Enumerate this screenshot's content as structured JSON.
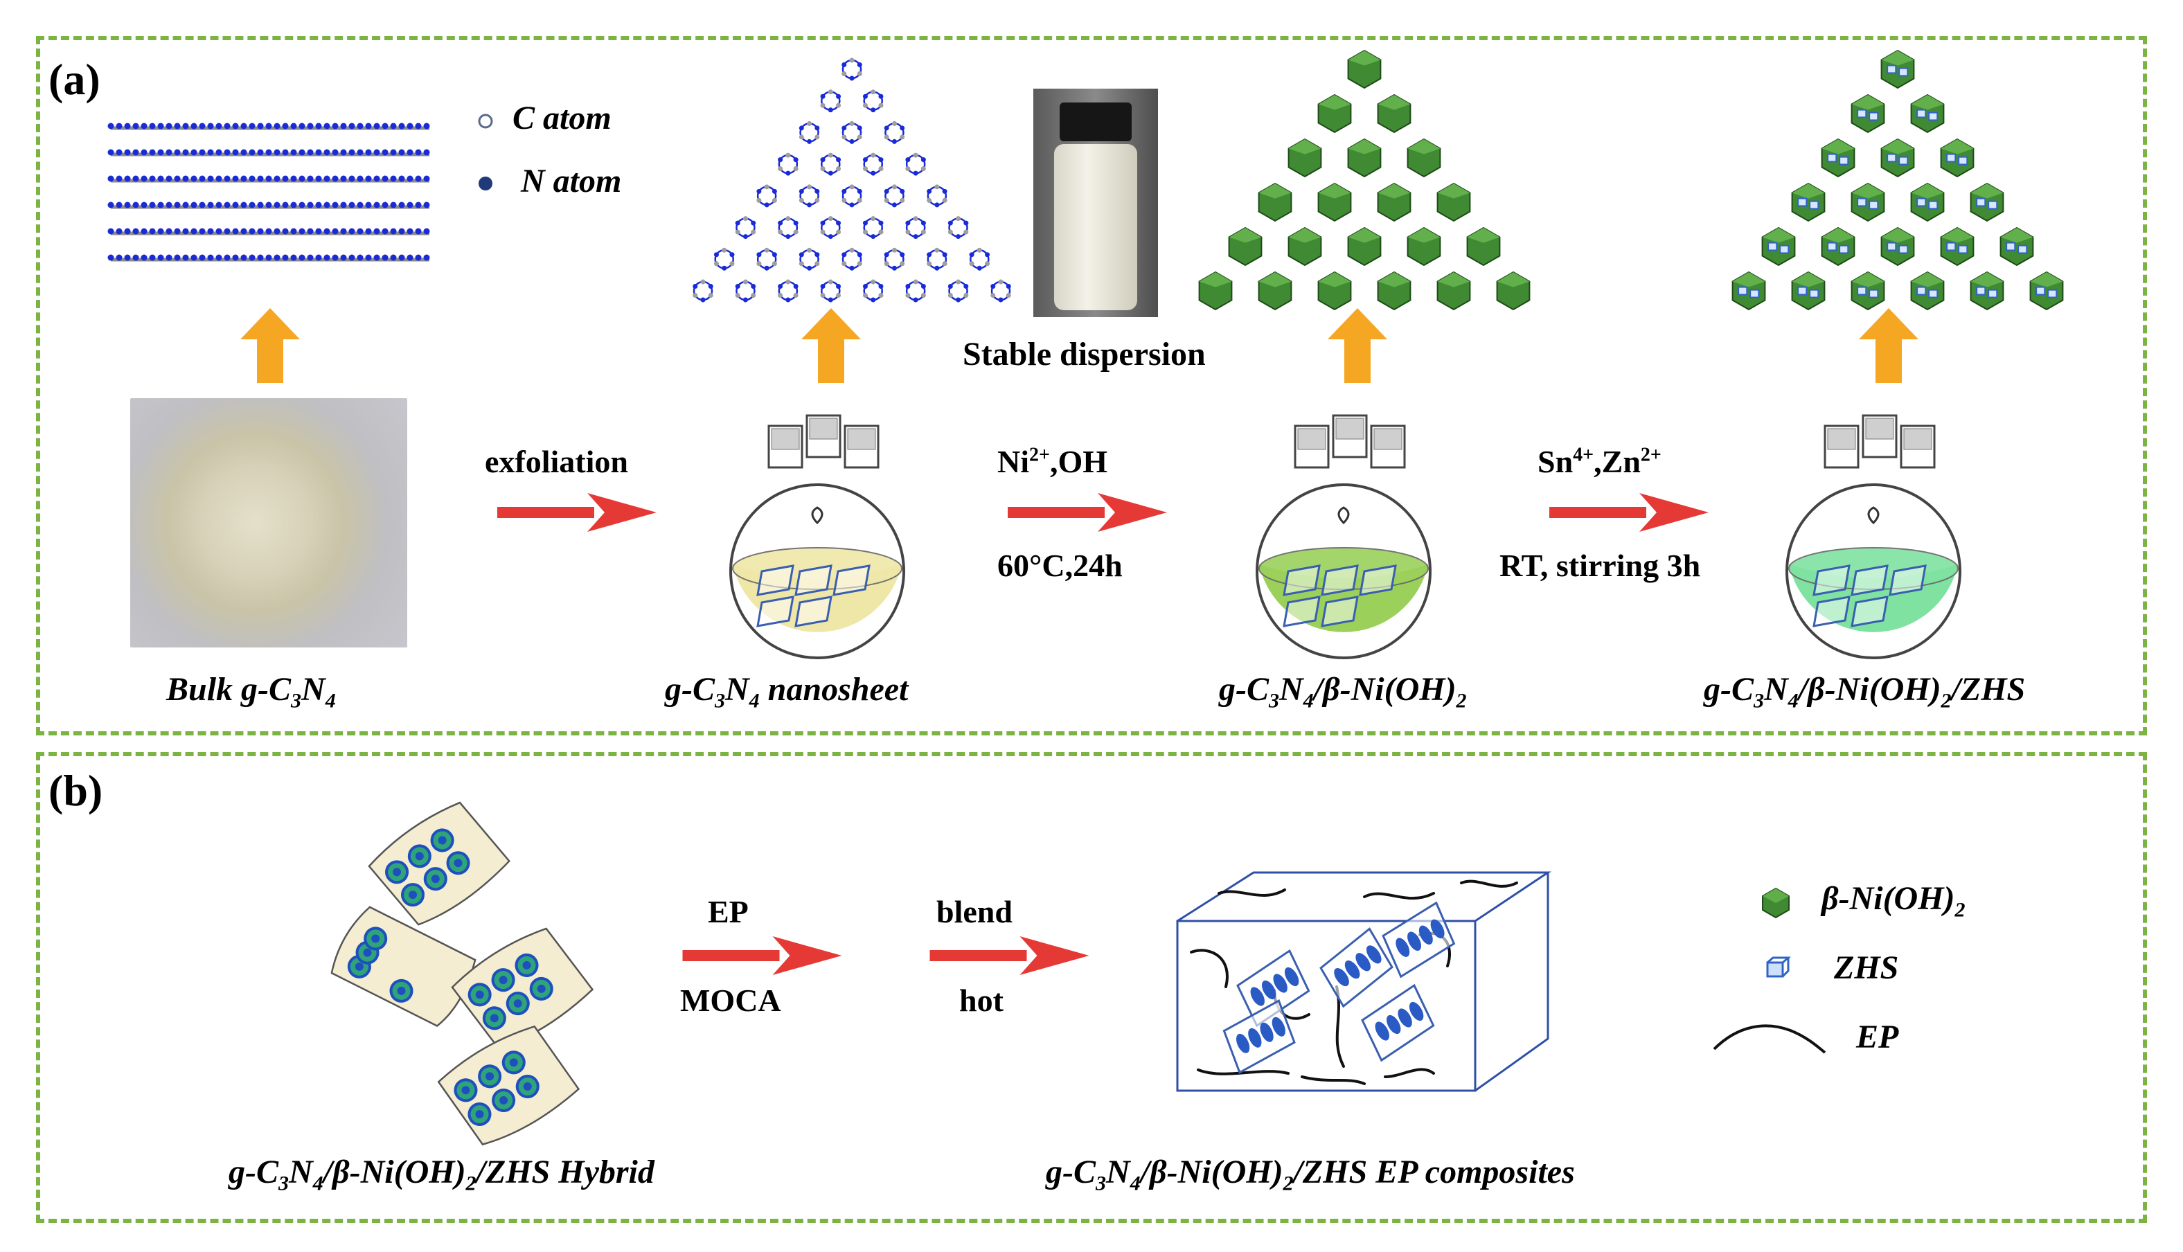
{
  "panels": {
    "a_label": "(a)",
    "b_label": "(b)"
  },
  "legend_atoms": {
    "c_atom": "C atom",
    "n_atom": "N atom"
  },
  "stable_dispersion": "Stable dispersion",
  "steps": {
    "exfoliation": "exfoliation",
    "ni_line1_base": "Ni",
    "ni_line1_sup": "2+",
    "ni_line1_rest": ",OH",
    "ni_line2": "60°C,24h",
    "sn_base": "Sn",
    "sn_sup": "4+",
    "zn_base": ",Zn",
    "zn_sup": "2+",
    "sn_line2": "RT, stirring 3h",
    "ep": "EP",
    "moca": "MOCA",
    "blend": "blend",
    "hot": "hot"
  },
  "captions": {
    "bulk_a": "Bulk g-C",
    "bulk_sub1": "3",
    "bulk_b": "N",
    "bulk_sub2": "4",
    "nano_a": "g-C",
    "nano_sub1": "3",
    "nano_b": "N",
    "nano_sub2": "4",
    "nano_c": " nanosheet",
    "ni_a": "g-C",
    "ni_sub1": "3",
    "ni_b": "N",
    "ni_sub2": "4",
    "ni_c": "/β-Ni(OH)",
    "ni_sub3": "2",
    "zhs_a": "g-C",
    "zhs_sub1": "3",
    "zhs_b": "N",
    "zhs_sub2": "4",
    "zhs_c": "/β-Ni(OH)",
    "zhs_sub3": "2",
    "zhs_d": "/ZHS",
    "hyb_a": "g-C",
    "hyb_sub1": "3",
    "hyb_b": "N",
    "hyb_sub2": "4",
    "hyb_c": "/β-Ni(OH)",
    "hyb_sub3": "2",
    "hyb_d": "/ZHS  Hybrid",
    "comp_a": "g-C",
    "comp_sub1": "3",
    "comp_b": "N",
    "comp_sub2": "4",
    "comp_c": "/β-Ni(OH)",
    "comp_sub3": "2",
    "comp_d": "/ZHS  EP composites"
  },
  "legend_b": {
    "ni_base": "β-Ni(OH)",
    "ni_sub": "2",
    "zhs": "ZHS",
    "ep": "EP"
  },
  "colors": {
    "panel_border": "#7cb342",
    "arrow_red": "#e53935",
    "arrow_orange": "#f5a623",
    "n_atom": "#1a2bd6",
    "c_atom": "#9e9e9e",
    "ni_hex": "#3f8a32",
    "zhs_cube": "#2f63c7",
    "sheet_fill": "#f4edd2"
  }
}
